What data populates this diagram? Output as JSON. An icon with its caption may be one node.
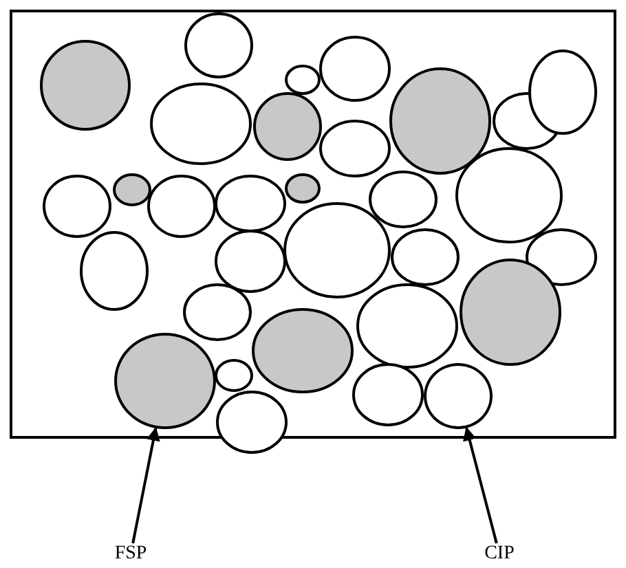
{
  "diagram": {
    "nodes": [
      {
        "text": [],
        "shape": "circle"
      },
      {
        "text": [],
        "shape": "circle"
      },
      {
        "text": [
          "FSP"
        ]
      },
      {
        "text": [
          "CIP"
        ]
      }
    ],
    "edges": [
      {
        "from": 2,
        "to": 0,
        "arrow": "to"
      },
      {
        "from": 3,
        "to": 1,
        "arrow": "to"
      }
    ]
  }
}
